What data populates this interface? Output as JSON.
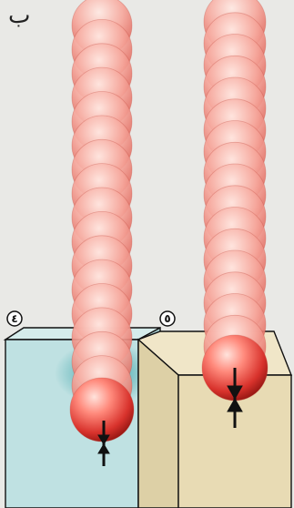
{
  "figure": {
    "corner_label": "ب",
    "left_block_label": "٤",
    "right_block_label": "٥"
  },
  "colors": {
    "background": "#e9e9e6",
    "ball": "#d8322c",
    "ball_highlight": "#ffd9d2",
    "left_block": "#bfe1e2",
    "left_block_side": "#a9cfd0",
    "right_block": "#e8dbb4",
    "right_block_side": "#d9c89a"
  },
  "left_column": {
    "ball_count": 17,
    "penetration": "deep"
  },
  "right_column": {
    "ball_count": 17,
    "penetration": "shallow"
  }
}
